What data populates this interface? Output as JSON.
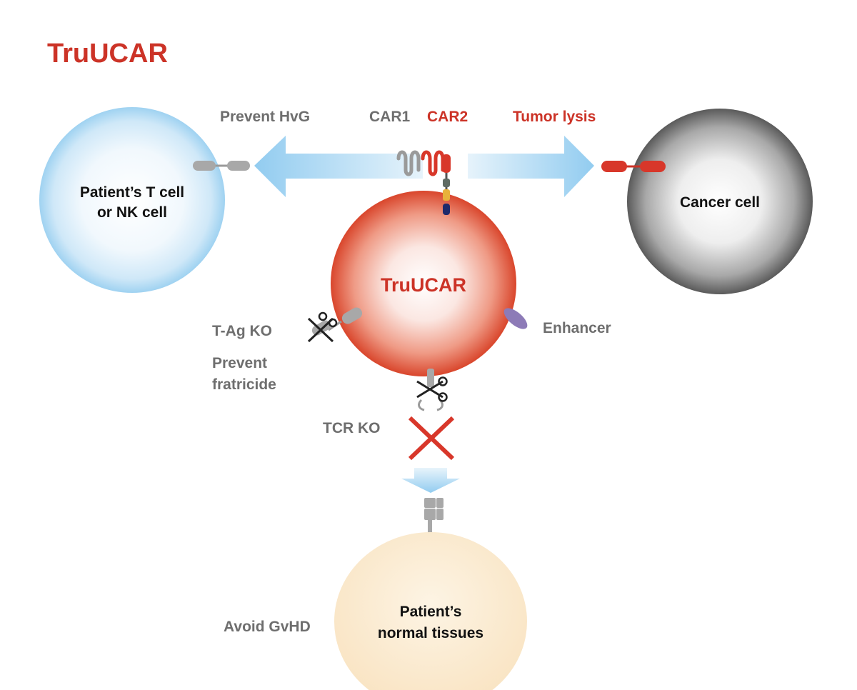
{
  "title": "TruUCAR",
  "cells": {
    "patient_t_cell": {
      "line1": "Patient’s T cell",
      "line2": "or NK cell"
    },
    "truucar": "TruUCAR",
    "cancer_cell": "Cancer cell",
    "normal_tissues": {
      "line1": "Patient’s",
      "line2": "normal tissues"
    }
  },
  "labels": {
    "prevent_hvg": "Prevent HvG",
    "car1": "CAR1",
    "car2": "CAR2",
    "tumor_lysis": "Tumor lysis",
    "tag_ko": "T-Ag KO",
    "prevent_fratricide": {
      "line1": "Prevent",
      "line2": "fratricide"
    },
    "enhancer": "Enhancer",
    "tcr_ko": "TCR KO",
    "avoid_gvhd": "Avoid GvHD"
  },
  "colors": {
    "brand_red": "#cc3327",
    "label_gray": "#6e6e6e",
    "arrow_blue": "#a9d6f2",
    "patient_cell_blue": "#c9e6f8",
    "cancer_cell_gray": "#6a6a6a",
    "tissue_beige": "#fbe8c9",
    "enhancer_purple": "#8d7bb7"
  },
  "icons": [
    "scissors-icon",
    "cross-mark-icon",
    "receptor-icon",
    "arrow-icon"
  ]
}
